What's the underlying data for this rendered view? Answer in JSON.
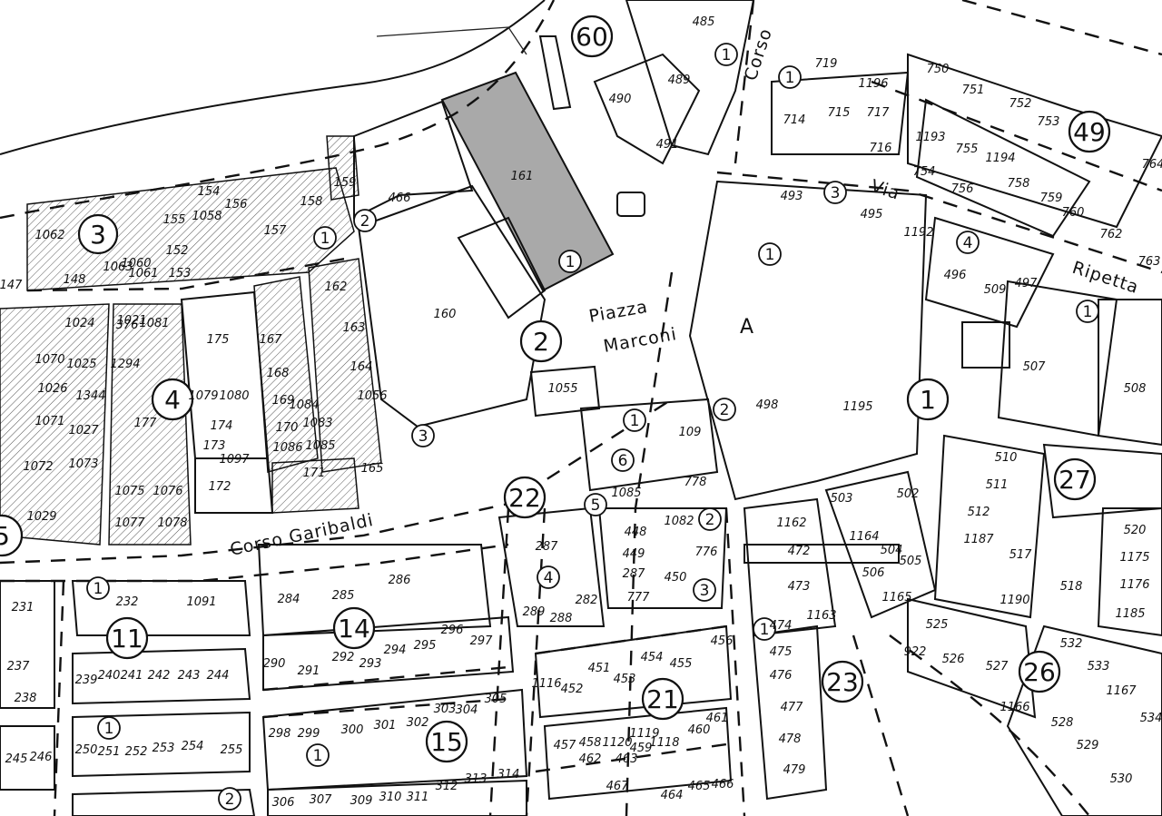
{
  "map": {
    "streets": {
      "corso_garibaldi": "Corso Garibaldi",
      "piazza_marconi_1": "Piazza",
      "piazza_marconi_2": "Marconi",
      "via_ripetta_via": "Via",
      "via_ripetta_name": "Ripetta",
      "corso_top": "Corso"
    },
    "block_letter": "A",
    "highlighted_parcel": "161",
    "colors": {
      "ink": "#111111",
      "highlight": "#a9a9a9",
      "paper": "#ffffff"
    },
    "circled_numbers": [
      {
        "id": "c60",
        "label": "60",
        "r": 22
      },
      {
        "id": "c49",
        "label": "49",
        "r": 22
      },
      {
        "id": "c3a",
        "label": "3",
        "r": 21
      },
      {
        "id": "c4",
        "label": "4",
        "r": 22
      },
      {
        "id": "c2piazza",
        "label": "2",
        "r": 22
      },
      {
        "id": "c1a",
        "label": "1",
        "r": 22
      },
      {
        "id": "c22",
        "label": "22",
        "r": 22
      },
      {
        "id": "c27",
        "label": "27",
        "r": 22
      },
      {
        "id": "c11",
        "label": "11",
        "r": 22
      },
      {
        "id": "c14",
        "label": "14",
        "r": 22
      },
      {
        "id": "c15",
        "label": "15",
        "r": 22
      },
      {
        "id": "c21",
        "label": "21",
        "r": 22
      },
      {
        "id": "c23",
        "label": "23",
        "r": 22
      },
      {
        "id": "c26",
        "label": "26",
        "r": 22
      },
      {
        "id": "c5edge",
        "label": "5",
        "r": 22
      },
      {
        "id": "s1a",
        "label": "1",
        "r": 12
      },
      {
        "id": "s1b",
        "label": "1",
        "r": 12
      },
      {
        "id": "s1c",
        "label": "1",
        "r": 12
      },
      {
        "id": "s1d",
        "label": "1",
        "r": 12
      },
      {
        "id": "s1e",
        "label": "1",
        "r": 12
      },
      {
        "id": "s1f",
        "label": "1",
        "r": 12
      },
      {
        "id": "s1g",
        "label": "1",
        "r": 12
      },
      {
        "id": "s1h",
        "label": "1",
        "r": 12
      },
      {
        "id": "s1i",
        "label": "1",
        "r": 12
      },
      {
        "id": "s1j",
        "label": "1",
        "r": 12
      },
      {
        "id": "s1k",
        "label": "1",
        "r": 12
      },
      {
        "id": "s2a",
        "label": "2",
        "r": 12
      },
      {
        "id": "s2b",
        "label": "2",
        "r": 12
      },
      {
        "id": "s2c",
        "label": "2",
        "r": 12
      },
      {
        "id": "s2d",
        "label": "2",
        "r": 12
      },
      {
        "id": "s3a",
        "label": "3",
        "r": 12
      },
      {
        "id": "s3b",
        "label": "3",
        "r": 12
      },
      {
        "id": "s3c",
        "label": "3",
        "r": 12
      },
      {
        "id": "s4a",
        "label": "4",
        "r": 12
      },
      {
        "id": "s4b",
        "label": "4",
        "r": 12
      },
      {
        "id": "s5a",
        "label": "5",
        "r": 12
      },
      {
        "id": "s6a",
        "label": "6",
        "r": 12
      }
    ],
    "parcels": [
      {
        "id": "p485",
        "label": "485"
      },
      {
        "id": "p489",
        "label": "489"
      },
      {
        "id": "p490",
        "label": "490"
      },
      {
        "id": "p491",
        "label": "491"
      },
      {
        "id": "p719",
        "label": "719"
      },
      {
        "id": "p714",
        "label": "714"
      },
      {
        "id": "p715",
        "label": "715"
      },
      {
        "id": "p717",
        "label": "717"
      },
      {
        "id": "p716",
        "label": "716"
      },
      {
        "id": "p1196",
        "label": "1196"
      },
      {
        "id": "p750",
        "label": "750"
      },
      {
        "id": "p751",
        "label": "751"
      },
      {
        "id": "p752",
        "label": "752"
      },
      {
        "id": "p753",
        "label": "753"
      },
      {
        "id": "p1193",
        "label": "1193"
      },
      {
        "id": "p755",
        "label": "755"
      },
      {
        "id": "p1194",
        "label": "1194"
      },
      {
        "id": "p754",
        "label": "754"
      },
      {
        "id": "p756",
        "label": "756"
      },
      {
        "id": "p758",
        "label": "758"
      },
      {
        "id": "p759",
        "label": "759"
      },
      {
        "id": "p760",
        "label": "760"
      },
      {
        "id": "p762",
        "label": "762"
      },
      {
        "id": "p763",
        "label": "763"
      },
      {
        "id": "p764",
        "label": "764"
      },
      {
        "id": "p493",
        "label": "493"
      },
      {
        "id": "p495",
        "label": "495"
      },
      {
        "id": "p1192",
        "label": "1192"
      },
      {
        "id": "p496",
        "label": "496"
      },
      {
        "id": "p509",
        "label": "509"
      },
      {
        "id": "p497",
        "label": "497"
      },
      {
        "id": "p507",
        "label": "507"
      },
      {
        "id": "p508",
        "label": "508"
      },
      {
        "id": "p161",
        "label": "161"
      },
      {
        "id": "p160",
        "label": "160"
      },
      {
        "id": "p158",
        "label": "158"
      },
      {
        "id": "p159",
        "label": "159"
      },
      {
        "id": "p157",
        "label": "157"
      },
      {
        "id": "p156",
        "label": "156"
      },
      {
        "id": "p155",
        "label": "155"
      },
      {
        "id": "p154",
        "label": "154"
      },
      {
        "id": "p152",
        "label": "152"
      },
      {
        "id": "p153",
        "label": "153"
      },
      {
        "id": "p1062",
        "label": "1062"
      },
      {
        "id": "p148",
        "label": "148"
      },
      {
        "id": "p147",
        "label": "147"
      },
      {
        "id": "p162",
        "label": "162"
      },
      {
        "id": "p163",
        "label": "163"
      },
      {
        "id": "p164",
        "label": "164"
      },
      {
        "id": "p1056",
        "label": "1056"
      },
      {
        "id": "p1055",
        "label": "1055"
      },
      {
        "id": "p165",
        "label": "165"
      },
      {
        "id": "p1024",
        "label": "1024"
      },
      {
        "id": "p1070",
        "label": "1070"
      },
      {
        "id": "p1026",
        "label": "1026"
      },
      {
        "id": "p1071",
        "label": "1071"
      },
      {
        "id": "p1072",
        "label": "1072"
      },
      {
        "id": "p1073",
        "label": "1073"
      },
      {
        "id": "p1029",
        "label": "1029"
      },
      {
        "id": "p1075",
        "label": "1075"
      },
      {
        "id": "p1076",
        "label": "1076"
      },
      {
        "id": "p1077",
        "label": "1077"
      },
      {
        "id": "p1078",
        "label": "1078"
      },
      {
        "id": "p175",
        "label": "175"
      },
      {
        "id": "p177",
        "label": "177"
      },
      {
        "id": "p174",
        "label": "174"
      },
      {
        "id": "p173",
        "label": "173"
      },
      {
        "id": "p172",
        "label": "172"
      },
      {
        "id": "p171",
        "label": "171"
      },
      {
        "id": "p1079",
        "label": "1079"
      },
      {
        "id": "p1080",
        "label": "1080"
      },
      {
        "id": "p167",
        "label": "167"
      },
      {
        "id": "p168",
        "label": "168"
      },
      {
        "id": "p169",
        "label": "169"
      },
      {
        "id": "p170",
        "label": "170"
      },
      {
        "id": "p1083",
        "label": "1083"
      },
      {
        "id": "p1084",
        "label": "1084"
      },
      {
        "id": "p1086",
        "label": "1086"
      },
      {
        "id": "p1085",
        "label": "1085"
      },
      {
        "id": "p498",
        "label": "498"
      },
      {
        "id": "p1195",
        "label": "1195"
      },
      {
        "id": "p502",
        "label": "502"
      },
      {
        "id": "p503",
        "label": "503"
      },
      {
        "id": "p1164",
        "label": "1164"
      },
      {
        "id": "p504",
        "label": "504"
      },
      {
        "id": "p505",
        "label": "505"
      },
      {
        "id": "p506",
        "label": "506"
      },
      {
        "id": "p1165",
        "label": "1165"
      },
      {
        "id": "p510",
        "label": "510"
      },
      {
        "id": "p511",
        "label": "511"
      },
      {
        "id": "p512",
        "label": "512"
      },
      {
        "id": "p1187",
        "label": "1187"
      },
      {
        "id": "p517",
        "label": "517"
      },
      {
        "id": "p1190",
        "label": "1190"
      },
      {
        "id": "p518",
        "label": "518"
      },
      {
        "id": "p520",
        "label": "520"
      },
      {
        "id": "p1175",
        "label": "1175"
      },
      {
        "id": "p1176",
        "label": "1176"
      },
      {
        "id": "p1185",
        "label": "1185"
      },
      {
        "id": "p109",
        "label": "109"
      },
      {
        "id": "p778",
        "label": "778"
      },
      {
        "id": "p1085b",
        "label": "1085"
      },
      {
        "id": "p448",
        "label": "448"
      },
      {
        "id": "p1082",
        "label": "1082"
      },
      {
        "id": "p449",
        "label": "449"
      },
      {
        "id": "p287b",
        "label": "287"
      },
      {
        "id": "p450",
        "label": "450"
      },
      {
        "id": "p776",
        "label": "776"
      },
      {
        "id": "p777",
        "label": "777"
      },
      {
        "id": "p287",
        "label": "287"
      },
      {
        "id": "p288",
        "label": "288"
      },
      {
        "id": "p289",
        "label": "289"
      },
      {
        "id": "p282",
        "label": "282"
      },
      {
        "id": "p286",
        "label": "286"
      },
      {
        "id": "p284",
        "label": "284"
      },
      {
        "id": "p285",
        "label": "285"
      },
      {
        "id": "p1162",
        "label": "1162"
      },
      {
        "id": "p472",
        "label": "472"
      },
      {
        "id": "p473",
        "label": "473"
      },
      {
        "id": "p1163",
        "label": "1163"
      },
      {
        "id": "p474",
        "label": "474"
      },
      {
        "id": "p475",
        "label": "475"
      },
      {
        "id": "p476",
        "label": "476"
      },
      {
        "id": "p477",
        "label": "477"
      },
      {
        "id": "p478",
        "label": "478"
      },
      {
        "id": "p479",
        "label": "479"
      },
      {
        "id": "p231",
        "label": "231"
      },
      {
        "id": "p232",
        "label": "232"
      },
      {
        "id": "p1091",
        "label": "1091"
      },
      {
        "id": "p237",
        "label": "237"
      },
      {
        "id": "p238",
        "label": "238"
      },
      {
        "id": "p290",
        "label": "290"
      },
      {
        "id": "p291",
        "label": "291"
      },
      {
        "id": "p292",
        "label": "292"
      },
      {
        "id": "p293",
        "label": "293"
      },
      {
        "id": "p294",
        "label": "294"
      },
      {
        "id": "p295",
        "label": "295"
      },
      {
        "id": "p296",
        "label": "296"
      },
      {
        "id": "p297",
        "label": "297"
      },
      {
        "id": "p298",
        "label": "298"
      },
      {
        "id": "p299",
        "label": "299"
      },
      {
        "id": "p300",
        "label": "300"
      },
      {
        "id": "p301",
        "label": "301"
      },
      {
        "id": "p302",
        "label": "302"
      },
      {
        "id": "p303",
        "label": "303"
      },
      {
        "id": "p304",
        "label": "304"
      },
      {
        "id": "p305",
        "label": "305"
      },
      {
        "id": "p306",
        "label": "306"
      },
      {
        "id": "p307",
        "label": "307"
      },
      {
        "id": "p309",
        "label": "309"
      },
      {
        "id": "p310",
        "label": "310"
      },
      {
        "id": "p311",
        "label": "311"
      },
      {
        "id": "p312",
        "label": "312"
      },
      {
        "id": "p313",
        "label": "313"
      },
      {
        "id": "p314",
        "label": "314"
      },
      {
        "id": "p454",
        "label": "454"
      },
      {
        "id": "p455",
        "label": "455"
      },
      {
        "id": "p456",
        "label": "456"
      },
      {
        "id": "p451",
        "label": "451"
      },
      {
        "id": "p452",
        "label": "452"
      },
      {
        "id": "p453",
        "label": "453"
      },
      {
        "id": "p1116",
        "label": "1116"
      },
      {
        "id": "p457",
        "label": "457"
      },
      {
        "id": "p458",
        "label": "458"
      },
      {
        "id": "p459",
        "label": "459"
      },
      {
        "id": "p460",
        "label": "460"
      },
      {
        "id": "p461",
        "label": "461"
      },
      {
        "id": "p462",
        "label": "462"
      },
      {
        "id": "p463",
        "label": "463"
      },
      {
        "id": "p464",
        "label": "464"
      },
      {
        "id": "p465",
        "label": "465"
      },
      {
        "id": "p466",
        "label": "466"
      },
      {
        "id": "p467",
        "label": "467"
      },
      {
        "id": "p525",
        "label": "525"
      },
      {
        "id": "p526",
        "label": "526"
      },
      {
        "id": "p527",
        "label": "527"
      },
      {
        "id": "p922",
        "label": "922"
      },
      {
        "id": "p532",
        "label": "532"
      },
      {
        "id": "p533",
        "label": "533"
      },
      {
        "id": "p1167",
        "label": "1167"
      },
      {
        "id": "p534",
        "label": "534"
      },
      {
        "id": "p1166",
        "label": "1166"
      },
      {
        "id": "p528",
        "label": "528"
      },
      {
        "id": "p529",
        "label": "529"
      },
      {
        "id": "p530",
        "label": "530"
      },
      {
        "id": "p1027",
        "label": "1027"
      },
      {
        "id": "p1025",
        "label": "1025"
      },
      {
        "id": "p1344",
        "label": "1344"
      },
      {
        "id": "p1021",
        "label": "1021"
      },
      {
        "id": "p1081",
        "label": "1081"
      },
      {
        "id": "p376",
        "label": "376"
      },
      {
        "id": "p1294",
        "label": "1294"
      },
      {
        "id": "p1060",
        "label": "1060"
      },
      {
        "id": "p1058",
        "label": "1058"
      },
      {
        "id": "p1061",
        "label": "1061"
      },
      {
        "id": "p1063",
        "label": "1063"
      },
      {
        "id": "p466b",
        "label": "466"
      },
      {
        "id": "p250",
        "label": "250"
      },
      {
        "id": "p251",
        "label": "251"
      },
      {
        "id": "p252",
        "label": "252"
      },
      {
        "id": "p253",
        "label": "253"
      },
      {
        "id": "p254",
        "label": "254"
      },
      {
        "id": "p255",
        "label": "255"
      },
      {
        "id": "p239",
        "label": "239"
      },
      {
        "id": "p240",
        "label": "240"
      },
      {
        "id": "p241",
        "label": "241"
      },
      {
        "id": "p242",
        "label": "242"
      },
      {
        "id": "p243",
        "label": "243"
      },
      {
        "id": "p244",
        "label": "244"
      },
      {
        "id": "p245",
        "label": "245"
      },
      {
        "id": "p246",
        "label": "246"
      },
      {
        "id": "p1097",
        "label": "1097"
      },
      {
        "id": "p1120",
        "label": "1120"
      },
      {
        "id": "p1118",
        "label": "1118"
      },
      {
        "id": "p1119",
        "label": "1119"
      }
    ]
  }
}
